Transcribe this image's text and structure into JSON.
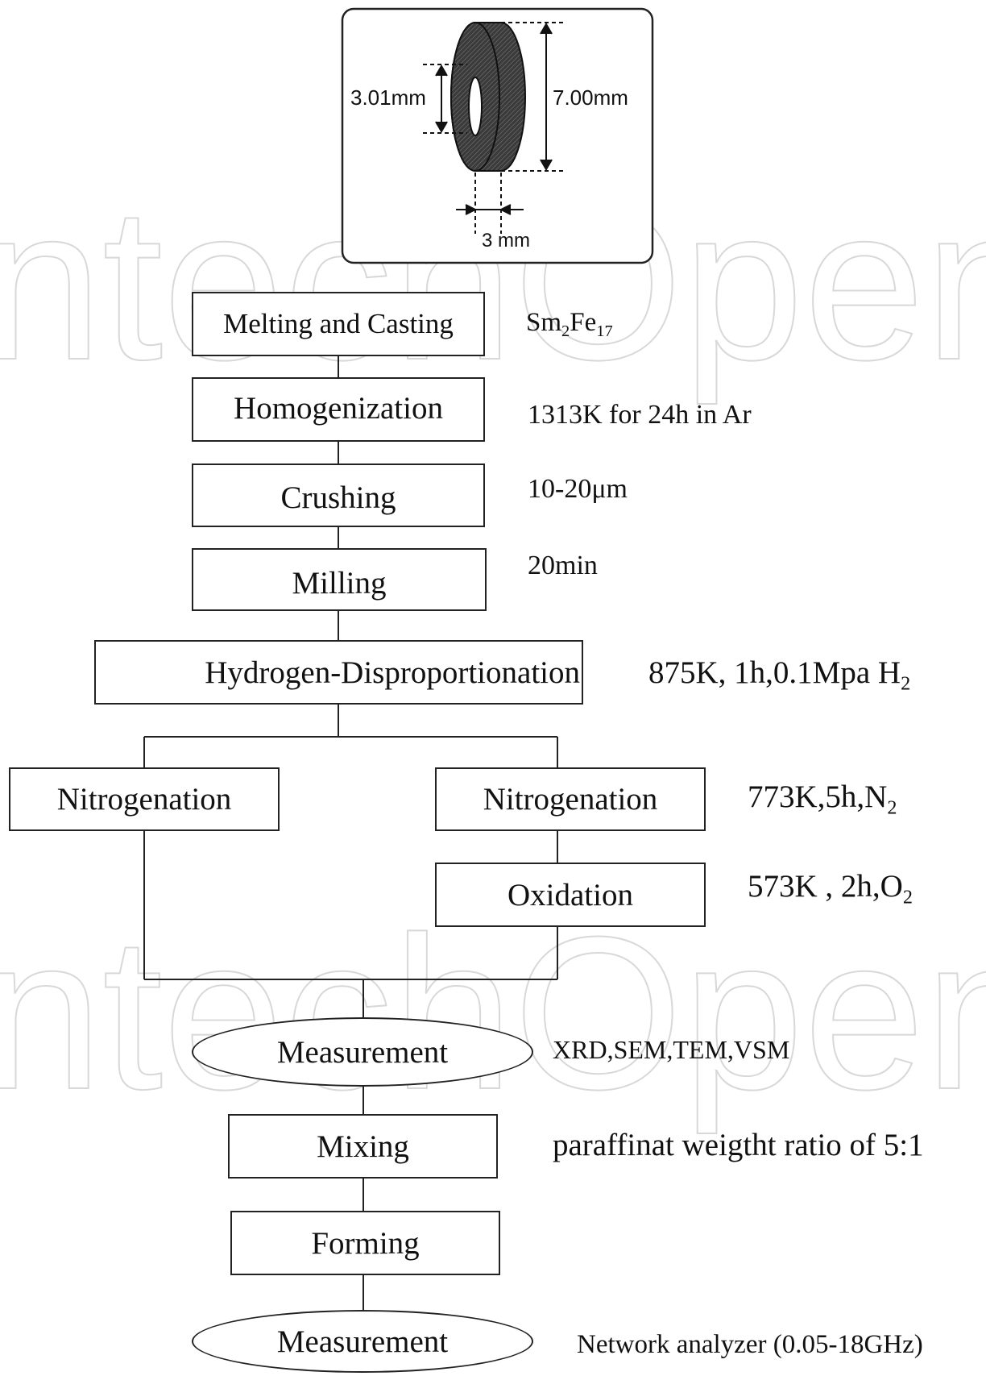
{
  "watermark": "IntechOpen",
  "inset": {
    "inner_dim": "3.01mm",
    "outer_dim": "7.00mm",
    "thickness": "3 mm"
  },
  "steps": {
    "melting": "Melting and Casting",
    "homogenization": "Homogenization",
    "crushing": "Crushing",
    "milling": "Milling",
    "hd": "Hydrogen-Disproportionation",
    "nitro_left": "Nitrogenation",
    "nitro_right": "Nitrogenation",
    "oxidation": "Oxidation",
    "measurement1": "Measurement",
    "mixing": "Mixing",
    "forming": "Forming",
    "measurement2": "Measurement"
  },
  "notes": {
    "melting_base": "Sm",
    "melting_sub1": "2",
    "melting_mid": "Fe",
    "melting_sub2": "17",
    "homogenization": "1313K for 24h in Ar",
    "crushing": "10-20μm",
    "milling": "20min",
    "hd_base": "875K, 1h,0.1Mpa H",
    "hd_sub": "2",
    "nitro_base": "773K,5h,N",
    "nitro_sub": "2",
    "oxidation_base": "573K , 2h,O",
    "oxidation_sub": "2",
    "measurement1": "XRD,SEM,TEM,VSM",
    "mixing": "paraffinat weigtht ratio of 5:1",
    "measurement2": "Network analyzer (0.05-18GHz)"
  }
}
